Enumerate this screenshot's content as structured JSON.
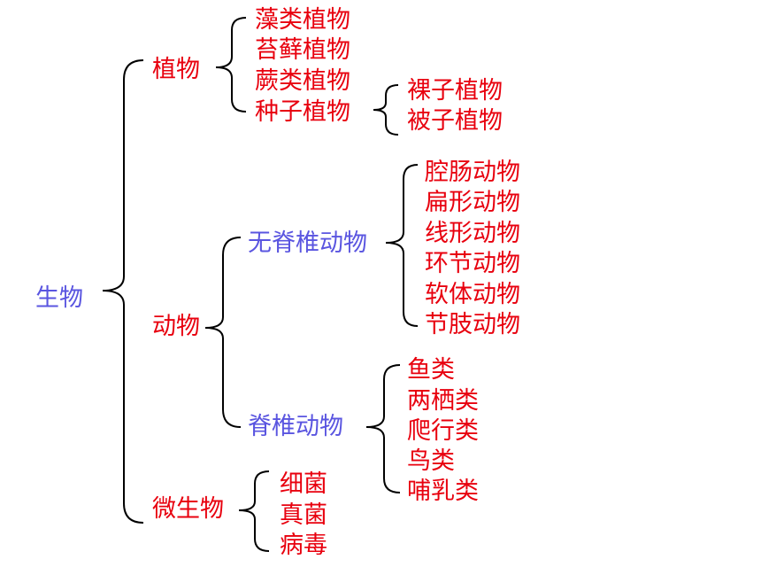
{
  "colors": {
    "red_text": "#e8000e",
    "blue_text": "#5a55e0",
    "bracket": "#000000"
  },
  "root": "生物",
  "plants": {
    "label": "植物",
    "items": [
      "藻类植物",
      "苔藓植物",
      "蕨类植物",
      "种子植物"
    ],
    "seed_types": [
      "裸子植物",
      "被子植物"
    ]
  },
  "animals": {
    "label": "动物",
    "invertebrates": {
      "label": "无脊椎动物",
      "items": [
        "腔肠动物",
        "扁形动物",
        "线形动物",
        "环节动物",
        "软体动物",
        "节肢动物"
      ]
    },
    "vertebrates": {
      "label": "脊椎动物",
      "items": [
        "鱼类",
        "两栖类",
        "爬行类",
        "鸟类",
        "哺乳类"
      ]
    }
  },
  "microbes": {
    "label": "微生物",
    "items": [
      "细菌",
      "真菌",
      "病毒"
    ]
  }
}
